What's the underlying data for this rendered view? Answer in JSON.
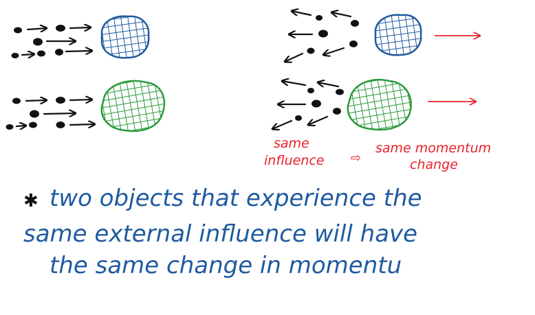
{
  "colors": {
    "ink": "#111111",
    "blue_object": "#1f5aa0",
    "green_object": "#2a9a3a",
    "red_annotation": "#e8202a",
    "blue_text": "#1f5aa0"
  },
  "annotation": {
    "left_line1": "same",
    "left_line2": "influence",
    "arrow_symbol": "⇨",
    "right_line1": "same momentum",
    "right_line2": "change"
  },
  "statement": {
    "bullet": "✱",
    "line1": "two objects that experience the",
    "line2": "same external influence will have",
    "line3": "the same change in momentu"
  }
}
